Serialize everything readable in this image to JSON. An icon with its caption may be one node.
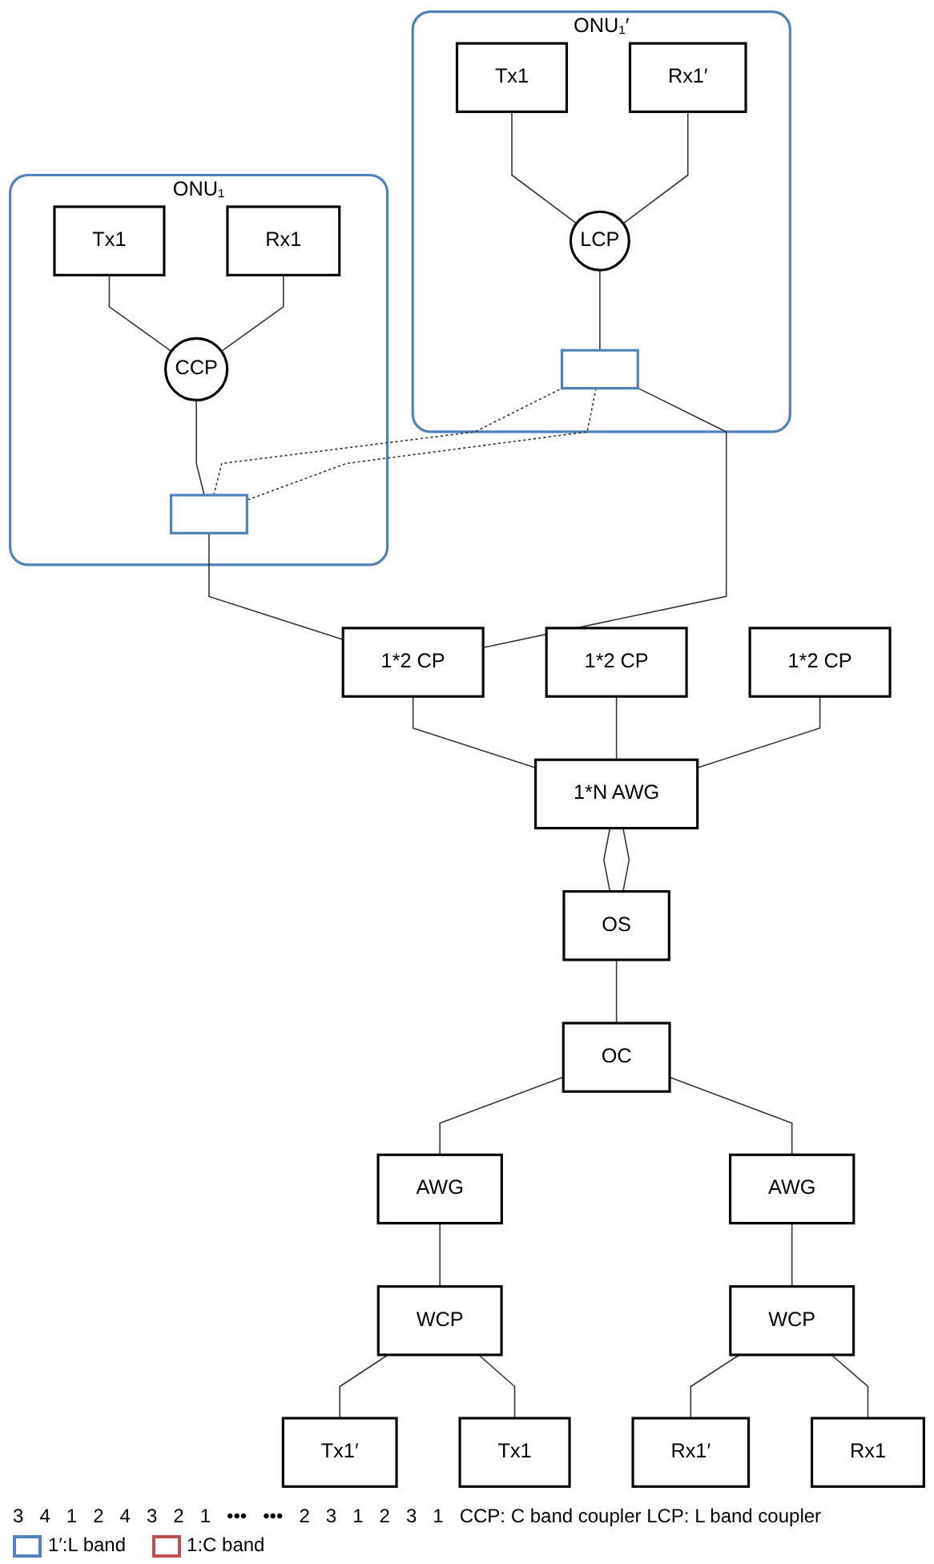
{
  "diagram": {
    "nodes": [
      {
        "text": [
          "ONU₁′"
        ]
      },
      {
        "text": [
          "Tx1"
        ],
        "in": 0
      },
      {
        "text": [
          "Rx1′"
        ],
        "in": 0
      },
      {
        "text": [
          "LCP"
        ],
        "in": 0
      },
      {
        "text": [],
        "shape": "box",
        "in": 0
      },
      {
        "text": [
          "ONU₁"
        ]
      },
      {
        "text": [
          "Tx1"
        ],
        "in": 5
      },
      {
        "text": [
          "Rx1"
        ],
        "in": 5
      },
      {
        "text": [
          "CCP"
        ],
        "in": 5
      },
      {
        "text": [],
        "shape": "box",
        "in": 5
      },
      {
        "text": [
          "1*2 CP"
        ]
      },
      {
        "text": [
          "1*2 CP"
        ]
      },
      {
        "text": [
          "1*2 CP"
        ]
      },
      {
        "text": [
          "1*N AWG"
        ]
      },
      {
        "text": [
          "OS"
        ]
      },
      {
        "text": [
          "OC"
        ]
      },
      {
        "text": [
          "AWG"
        ]
      },
      {
        "text": [
          "WCP"
        ]
      },
      {
        "text": [
          "Rx1"
        ]
      },
      {
        "text": [
          "Rx1′"
        ]
      },
      {
        "text": [
          "AWG"
        ]
      },
      {
        "text": [
          "WCP"
        ]
      },
      {
        "text": [
          "Tx1"
        ]
      },
      {
        "text": [
          "Tx1′"
        ]
      }
    ],
    "edges": [
      {
        "from": 1,
        "to": 3,
        "arrow": "none"
      },
      {
        "from": 2,
        "to": 3,
        "arrow": "none"
      },
      {
        "from": 3,
        "to": 4,
        "arrow": "none"
      },
      {
        "from": 6,
        "to": 8,
        "arrow": "none"
      },
      {
        "from": 7,
        "to": 8,
        "arrow": "none"
      },
      {
        "from": 8,
        "to": 9,
        "arrow": "none"
      },
      {
        "from": 4,
        "to": 10,
        "arrow": "none"
      },
      {
        "from": 9,
        "to": 10,
        "arrow": "none"
      },
      {
        "from": 4,
        "to": 9,
        "arrow": "none",
        "style": "dashed"
      },
      {
        "from": 9,
        "to": 4,
        "arrow": "none",
        "style": "dashed"
      },
      {
        "from": 10,
        "to": 13,
        "arrow": "none"
      },
      {
        "from": 11,
        "to": 13,
        "arrow": "none"
      },
      {
        "from": 12,
        "to": 13,
        "arrow": "none"
      },
      {
        "from": 13,
        "to": 14,
        "arrow": "none"
      },
      {
        "from": 13,
        "to": 14,
        "arrow": "none"
      },
      {
        "from": 14,
        "to": 15,
        "arrow": "none"
      },
      {
        "from": 15,
        "to": 16,
        "arrow": "none"
      },
      {
        "from": 15,
        "to": 20,
        "arrow": "none"
      },
      {
        "from": 16,
        "to": 17,
        "arrow": "none"
      },
      {
        "from": 17,
        "to": 18,
        "arrow": "none"
      },
      {
        "from": 17,
        "to": 19,
        "arrow": "none"
      },
      {
        "from": 20,
        "to": 21,
        "arrow": "none"
      },
      {
        "from": 21,
        "to": 22,
        "arrow": "none"
      },
      {
        "from": 21,
        "to": 23,
        "arrow": "none"
      }
    ],
    "labels": [
      "3",
      "4",
      "1",
      "2",
      "4",
      "3",
      "2",
      "1",
      "•••",
      "•••",
      "2",
      "3",
      "1",
      "2",
      "3",
      "1",
      "CCP: C band coupler LCP: L band coupler"
    ],
    "legend": [
      {
        "text": "1′:L band",
        "color": "#4f81bd"
      },
      {
        "text": "1:C band",
        "color": "#c0504d"
      }
    ]
  }
}
